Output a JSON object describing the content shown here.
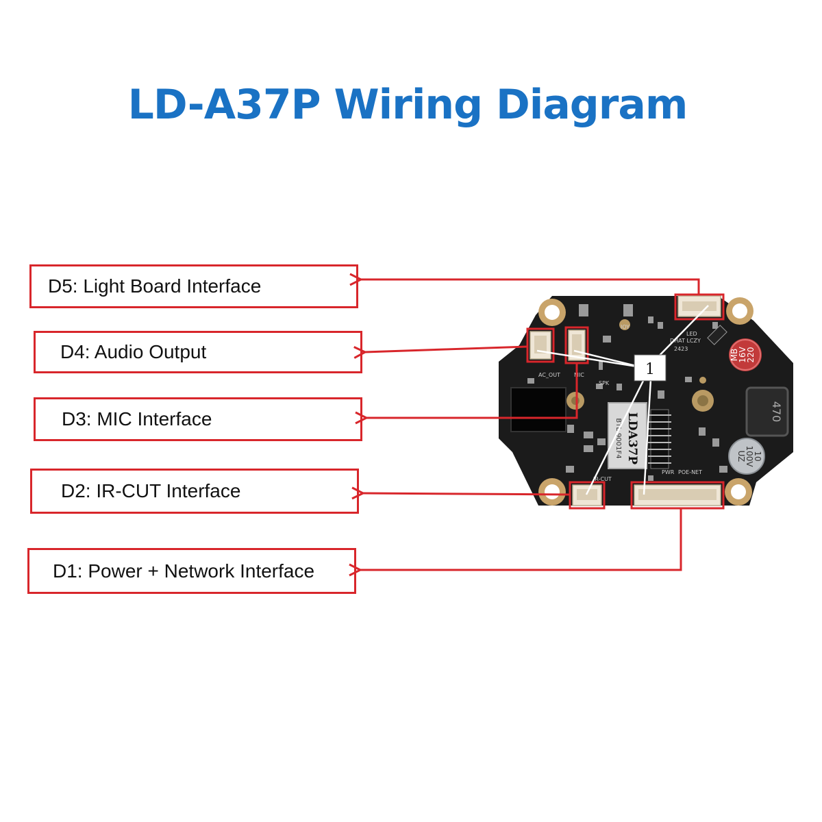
{
  "title": "LD-A37P Wiring Diagram",
  "colors": {
    "title": "#1a72c4",
    "callout": "#d8262b",
    "board": "#1b1b1b",
    "connector": "#efe6d6",
    "leader": "#ffffff"
  },
  "labels": {
    "d5": "D5: Light Board Interface",
    "d4": "D4: Audio Output",
    "d3": "D3: MIC Interface",
    "d2": "D2: IR-CUT Interface",
    "d1": "D1: Power + Network Interface"
  },
  "callout_number": "1",
  "board": {
    "chip_model": "LDA37P",
    "chip_code": "BTL 9001F4",
    "cap1": [
      "220",
      "16V",
      "MB"
    ],
    "cap2": [
      "10",
      "100V",
      "UZ"
    ],
    "inductor": "470",
    "silk_ac_out": "AC_OUT",
    "silk_mic": "MIC",
    "silk_spk": "SPK",
    "silk_led": "LED",
    "silk_ircut": "IR-CUT",
    "silk_pwr": "PWR",
    "silk_poe": "POE-NET",
    "silk_ioy": "IOY",
    "silk_board_id": "DHAT LCZY",
    "silk_date": "2423"
  }
}
